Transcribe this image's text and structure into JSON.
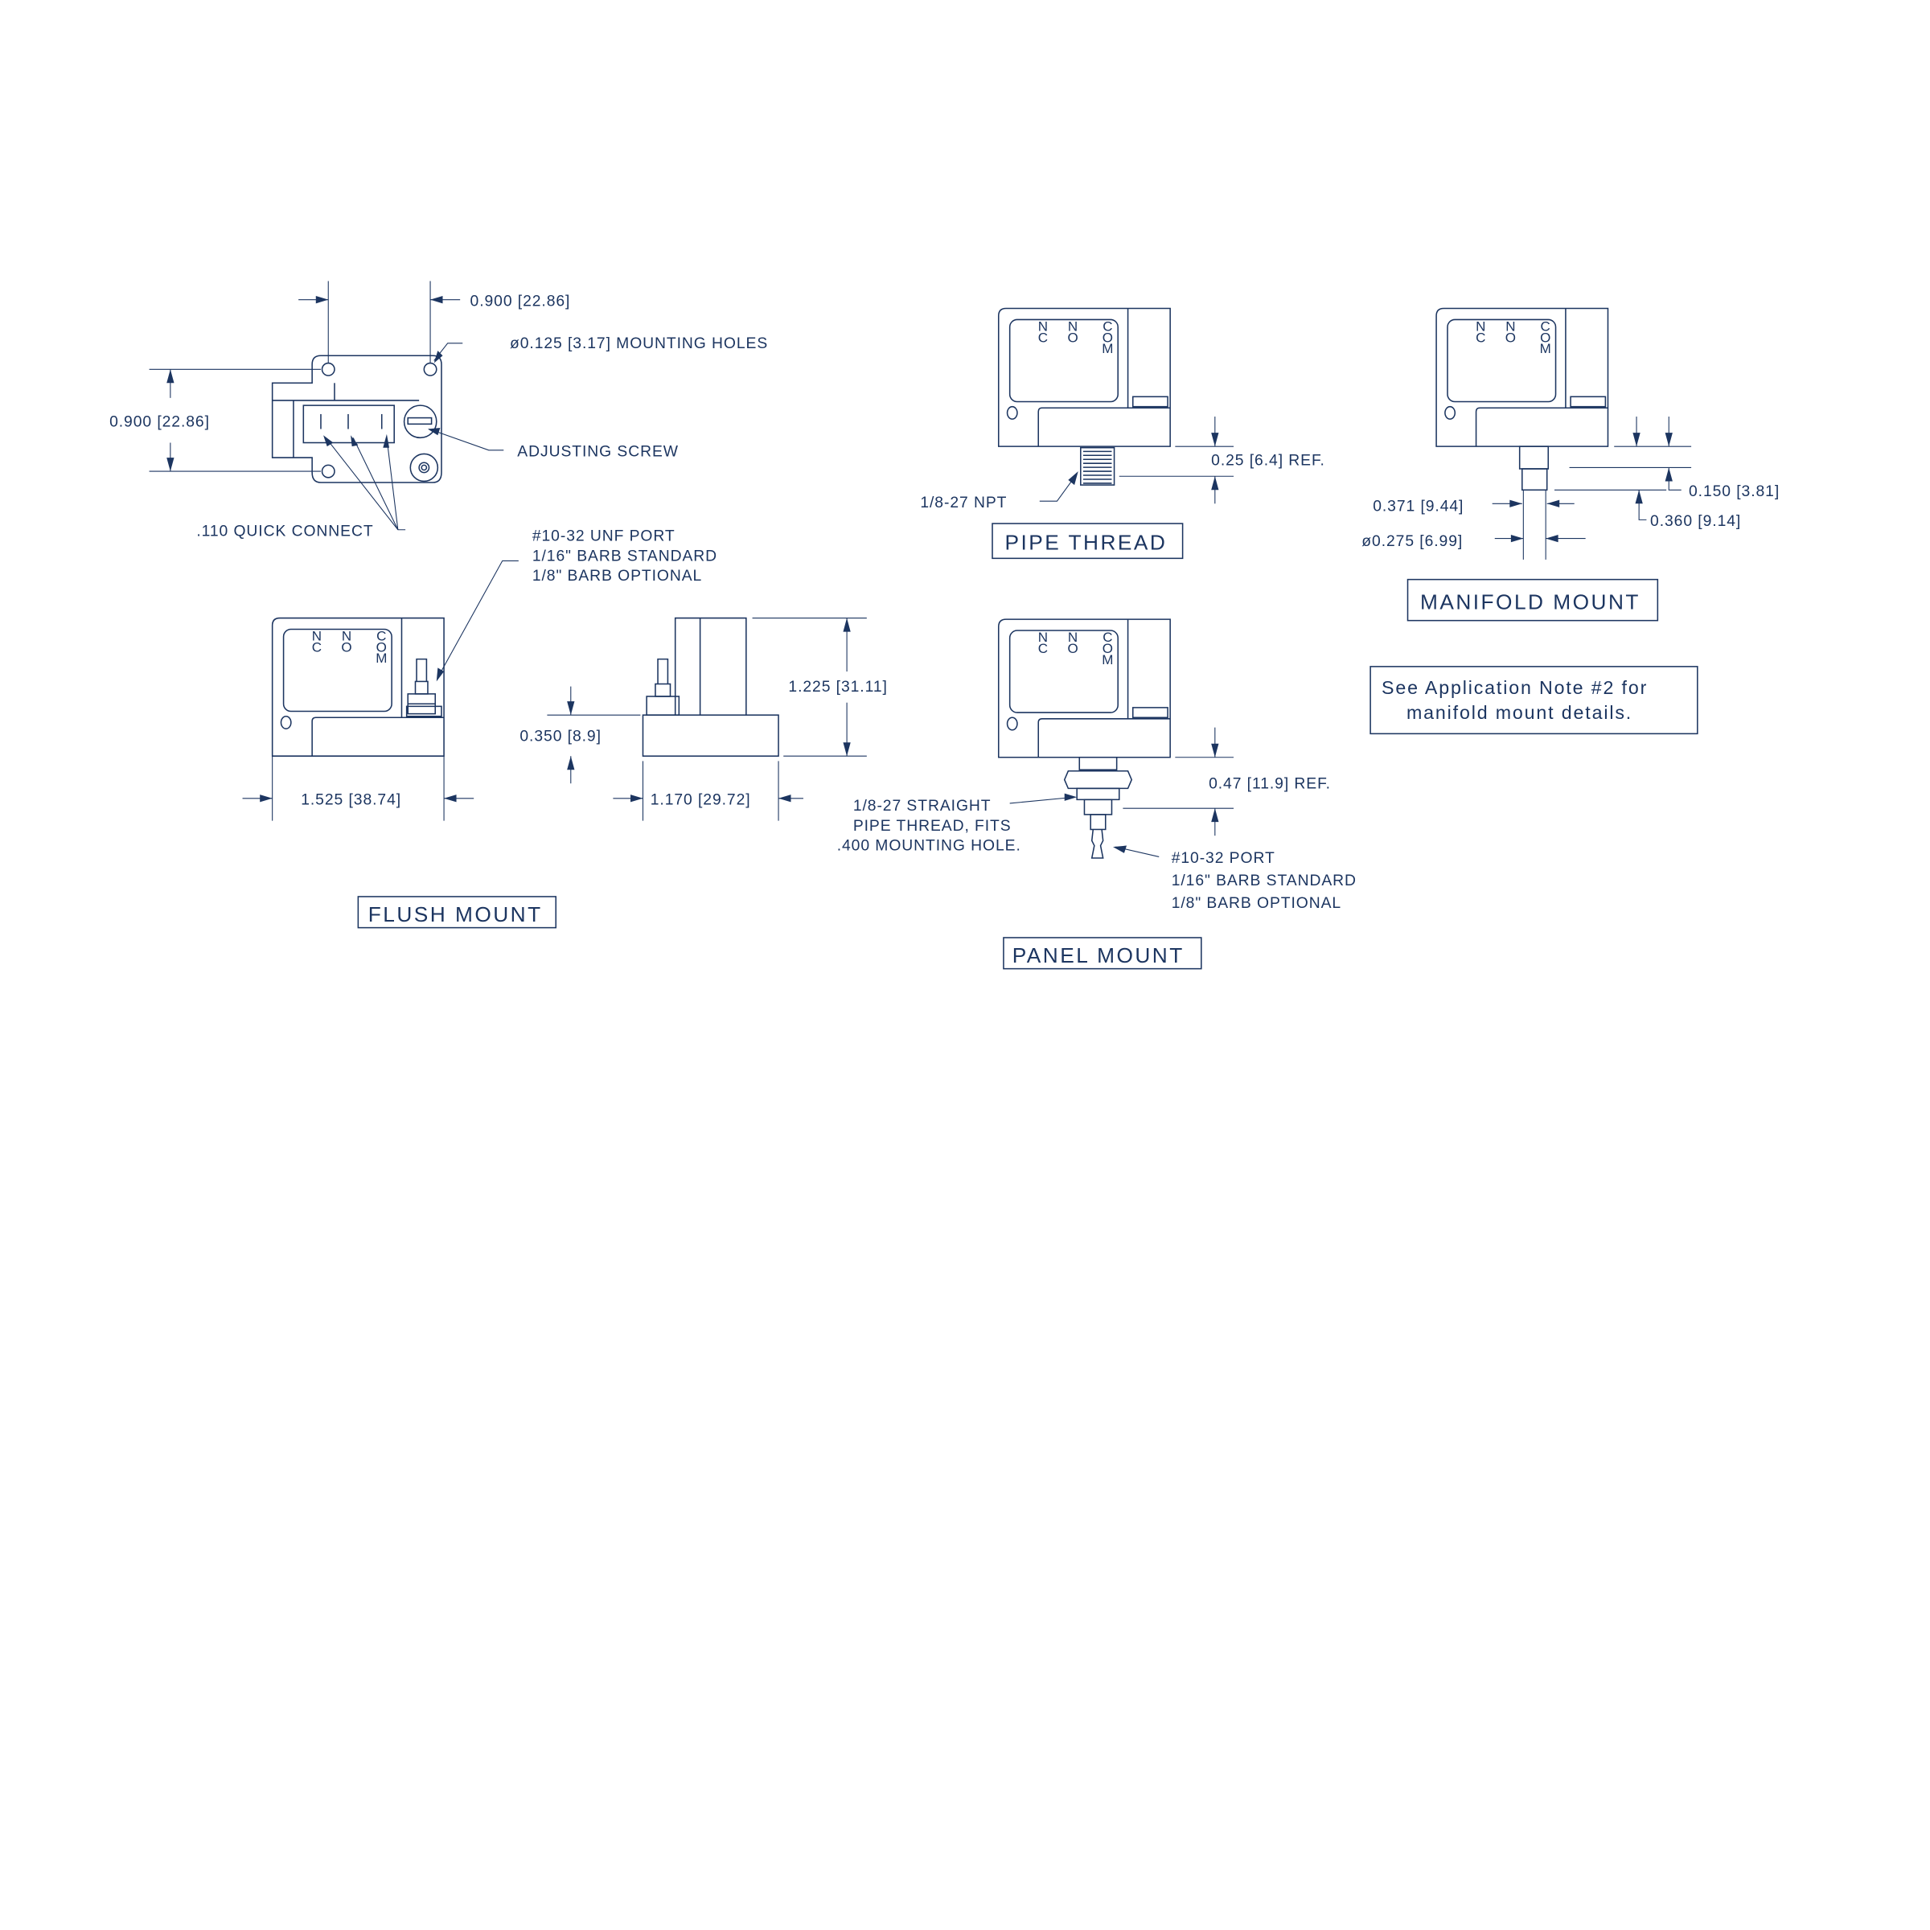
{
  "device_labels": {
    "nc": [
      "N",
      "C"
    ],
    "no": [
      "N",
      "O"
    ],
    "com": [
      "C",
      "O",
      "M"
    ]
  },
  "flush": {
    "top_dim_horizontal": "0.900 [22.86]",
    "mounting_holes": "ø0.125 [3.17] MOUNTING HOLES",
    "left_dim_vertical": "0.900 [22.86]",
    "adjusting_screw": "ADJUSTING SCREW",
    "quick_connect": ".110 QUICK CONNECT",
    "port_lines": [
      "#10-32 UNF PORT",
      "1/16\" BARB STANDARD",
      "1/8\" BARB OPTIONAL"
    ],
    "width_dim": "1.525 [38.74]",
    "height_dim": "1.225 [31.11]",
    "base_dim": "0.350 [8.9]",
    "side_width_dim": "1.170 [29.72]",
    "title": "FLUSH MOUNT"
  },
  "pipe": {
    "ref_dim": "0.25 [6.4] REF.",
    "npt": "1/8-27 NPT",
    "title": "PIPE THREAD"
  },
  "manifold": {
    "dim_150": "0.150 [3.81]",
    "dim_371": "0.371 [9.44]",
    "dim_360": "0.360 [9.14]",
    "dim_275": "ø0.275 [6.99]",
    "title": "MANIFOLD MOUNT",
    "note_lines": [
      "See Application Note #2 for",
      "manifold mount details."
    ]
  },
  "panel": {
    "ref_dim": "0.47 [11.9] REF.",
    "thread_lines": [
      "1/8-27 STRAIGHT",
      "PIPE THREAD, FITS",
      ".400 MOUNTING HOLE."
    ],
    "port_lines": [
      "#10-32 PORT",
      "1/16\" BARB STANDARD",
      "1/8\" BARB OPTIONAL"
    ],
    "title": "PANEL MOUNT"
  }
}
